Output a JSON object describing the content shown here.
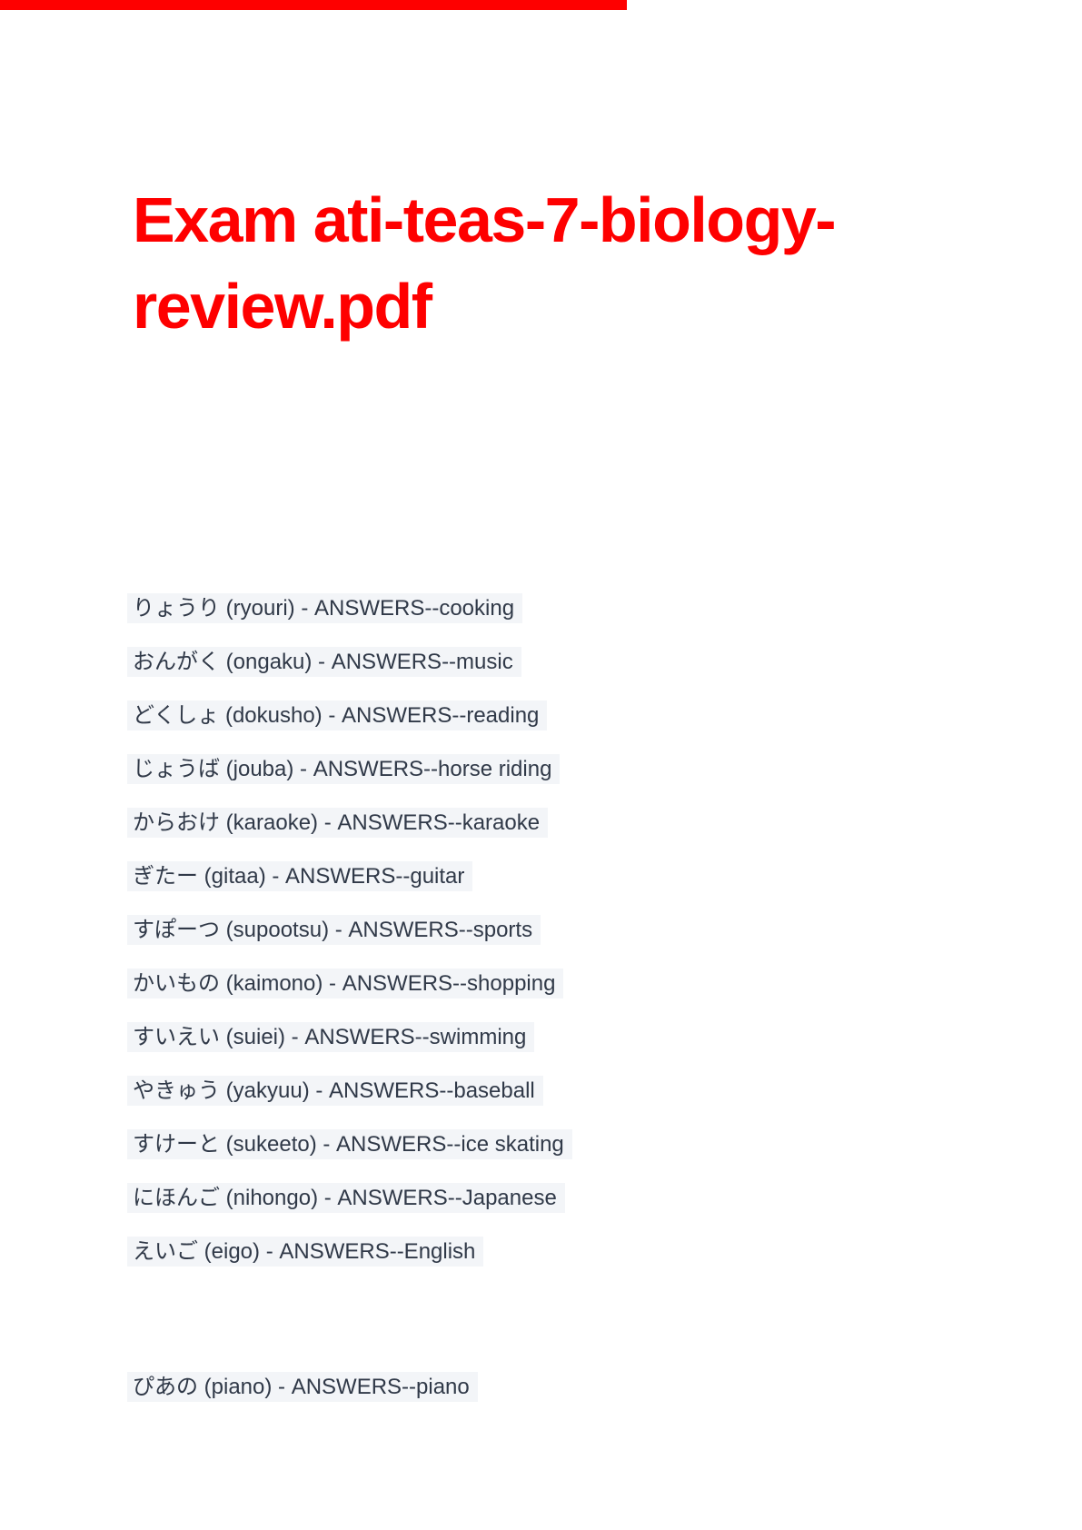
{
  "page": {
    "background": "#ffffff",
    "accent_bar_color": "#fe0000"
  },
  "title": {
    "text": "Exam ati-teas-7-biology-review.pdf",
    "lines": [
      "Exam ati-teas-7-biology-",
      "review.pdf"
    ],
    "color": "#fe0000"
  },
  "vocab_list": {
    "highlight_color": "#f3f5f8",
    "text_color": "#303948",
    "items": [
      "りょうり (ryouri) - ANSWERS--cooking",
      "おんがく (ongaku) - ANSWERS--music",
      "どくしょ (dokusho) - ANSWERS--reading",
      "じょうば (jouba) - ANSWERS--horse riding",
      "からおけ (karaoke) - ANSWERS--karaoke",
      "ぎたー (gitaa) - ANSWERS--guitar",
      "すぽーつ (supootsu) - ANSWERS--sports",
      "かいもの (kaimono) - ANSWERS--shopping",
      "すいえい (suiei) - ANSWERS--swimming",
      "やきゅう (yakyuu) - ANSWERS--baseball",
      "すけーと (sukeeto) - ANSWERS--ice skating",
      "にほんご (nihongo) - ANSWERS--Japanese",
      "えいご (eigo) - ANSWERS--English",
      "ぴあの (piano) - ANSWERS--piano"
    ]
  }
}
